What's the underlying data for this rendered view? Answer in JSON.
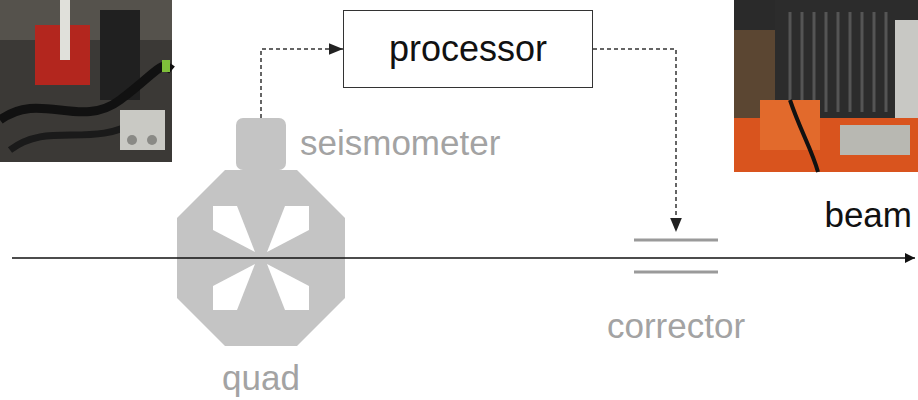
{
  "diagram": {
    "nodes": [
      {
        "text": [
          "processor"
        ]
      },
      {
        "text": [
          "seismometer"
        ]
      },
      {
        "text": [
          "quad"
        ]
      },
      {
        "text": [
          "corrector"
        ]
      }
    ],
    "edges": [
      {
        "from": 1,
        "to": 0,
        "arrow": "to"
      },
      {
        "from": 0,
        "to": 3,
        "arrow": "to"
      }
    ],
    "labels": [
      "beam"
    ]
  }
}
